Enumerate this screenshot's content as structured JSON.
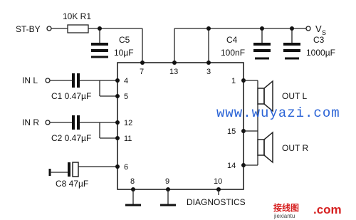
{
  "labels": {
    "st_by": "ST-BY",
    "r1": "10K R1",
    "vs": "V",
    "vs_sub": "S",
    "c5_name": "C5",
    "c5_value": "10µF",
    "c4_name": "C4",
    "c4_value": "100nF",
    "c3_name": "C3",
    "c3_value": "1000µF",
    "in_l": "IN L",
    "c1": "C1 0.47µF",
    "in_r": "IN R",
    "c2": "C2 0.47µF",
    "c8": "C8 47µF",
    "out_l": "OUT L",
    "out_r": "OUT R",
    "diagnostics": "DIAGNOSTICS"
  },
  "pins": {
    "p1": "1",
    "p3": "3",
    "p4": "4",
    "p5": "5",
    "p6": "6",
    "p7": "7",
    "p8": "8",
    "p9": "9",
    "p10": "10",
    "p11": "11",
    "p12": "12",
    "p13": "13",
    "p14": "14",
    "p15": "15"
  },
  "watermark": {
    "url": "www.wuyazi.com",
    "brand_cn": "接线图",
    "brand_tld": ".com",
    "brand_sub": "jiexiantu"
  },
  "colors": {
    "ink": "#111111",
    "watermark_blue": "#2a63d6",
    "brand_red": "#d62020"
  }
}
